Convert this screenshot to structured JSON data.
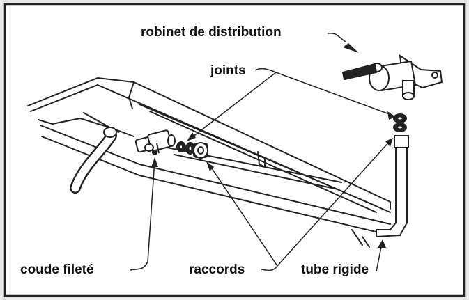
{
  "figure": {
    "labels": {
      "valve": "robinet de distribution",
      "seals": "joints",
      "elbow": "coude fileté",
      "fittings": "raccords",
      "pipe": "tube rigide"
    }
  }
}
